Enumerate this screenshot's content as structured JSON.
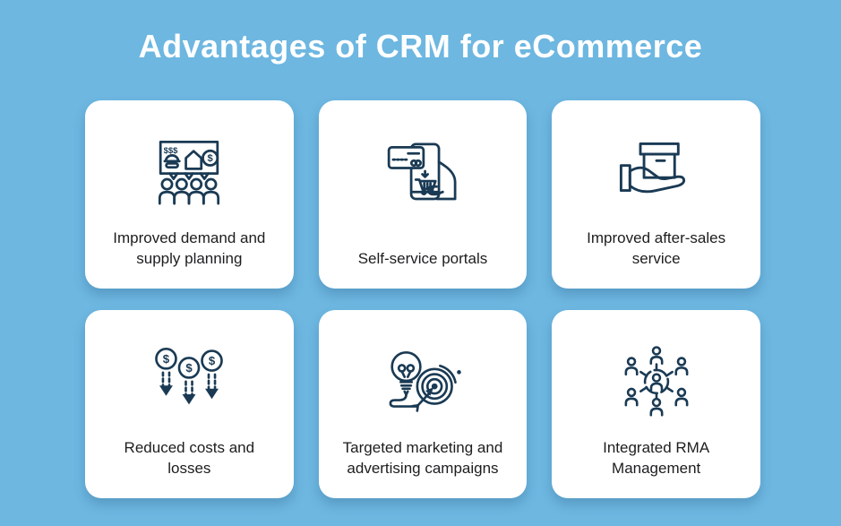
{
  "theme": {
    "bg_color": "#6db7e1",
    "card_color": "#ffffff",
    "icon_color": "#1a3a54",
    "title_color": "#ffffff",
    "label_color": "#1d1d1f"
  },
  "header": {
    "title": "Advantages of CRM for eCommerce"
  },
  "cards": [
    {
      "label": "Improved demand and supply planning",
      "icon": "demand-supply-billboard-icon"
    },
    {
      "label": "Self-service portals",
      "icon": "self-service-phone-icon"
    },
    {
      "label": "Improved after-sales service",
      "icon": "after-sales-box-hand-icon"
    },
    {
      "label": "Reduced costs and losses",
      "icon": "reduced-costs-coins-icon"
    },
    {
      "label": "Targeted marketing and advertising campaigns",
      "icon": "targeted-marketing-icon"
    },
    {
      "label": "Integrated RMA Management",
      "icon": "rma-network-icon"
    }
  ]
}
